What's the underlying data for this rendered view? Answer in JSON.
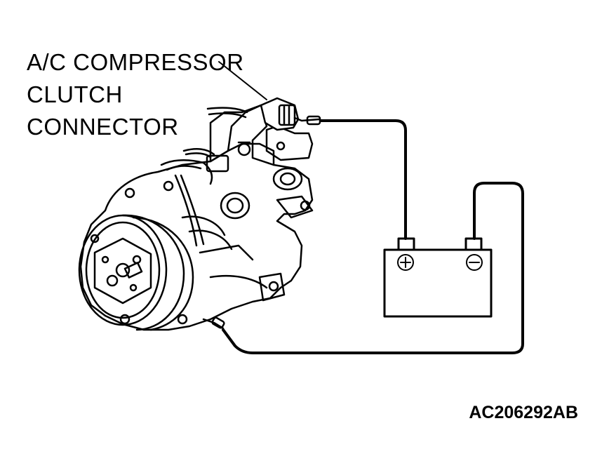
{
  "callout": {
    "line1": "A/C COMPRESSOR",
    "line2": "CLUTCH",
    "line3": "CONNECTOR"
  },
  "figure_id": "AC206292AB",
  "battery": {
    "positive_symbol": "+",
    "negative_symbol": "−"
  },
  "colors": {
    "line": "#000000",
    "background": "#ffffff"
  },
  "icons": [
    "compressor-illustration",
    "battery-icon",
    "jumper-wire"
  ]
}
